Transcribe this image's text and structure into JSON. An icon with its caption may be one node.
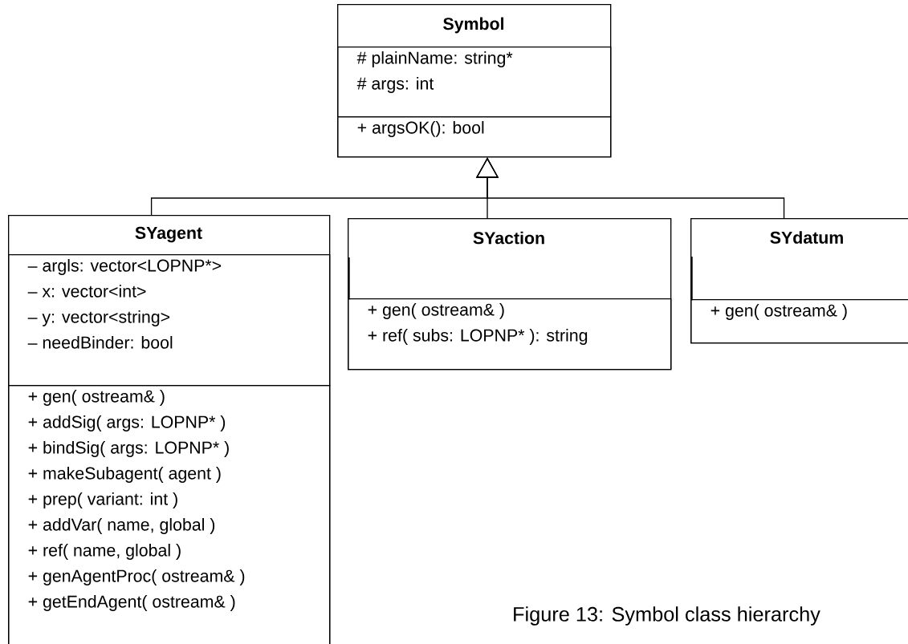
{
  "diagram": {
    "caption": "Figure 13: Symbol class hierarchy",
    "nodes": [
      {
        "text": [
          "Symbol"
        ]
      },
      {
        "text": [
          "# plainName: string*",
          "# args: int"
        ],
        "in": 0
      },
      {
        "text": [
          "+ argsOK(): bool"
        ],
        "in": 0
      },
      {
        "text": [
          "SYagent"
        ]
      },
      {
        "text": [
          "– argls: vector<LOPNP*>",
          "– x: vector<int>",
          "– y: vector<string>",
          "– needBinder: bool"
        ],
        "in": 3
      },
      {
        "text": [
          "+ gen( ostream& )",
          "+ addSig( args: LOPNP* )",
          "+ bindSig( args: LOPNP* )",
          "+ makeSubagent( agent )",
          "+ prep( variant: int )",
          "+ addVar( name, global )",
          "+ ref( name, global )",
          "+ genAgentProc( ostream& )",
          "+ getEndAgent( ostream& )"
        ],
        "in": 3
      },
      {
        "text": [
          "SYaction"
        ]
      },
      {
        "text": [],
        "shape": "box",
        "in": 6
      },
      {
        "text": [
          "+ gen( ostream& )",
          "+ ref( subs: LOPNP* ): string"
        ],
        "in": 6
      },
      {
        "text": [
          "SYdatum"
        ]
      },
      {
        "text": [],
        "shape": "box",
        "in": 9
      },
      {
        "text": [
          "+ gen( ostream& )"
        ],
        "in": 9
      }
    ],
    "edges": [
      {
        "from": 3,
        "to": 0,
        "arrow": "to"
      },
      {
        "from": 6,
        "to": 0,
        "arrow": "to"
      },
      {
        "from": 9,
        "to": 0,
        "arrow": "to"
      }
    ]
  }
}
